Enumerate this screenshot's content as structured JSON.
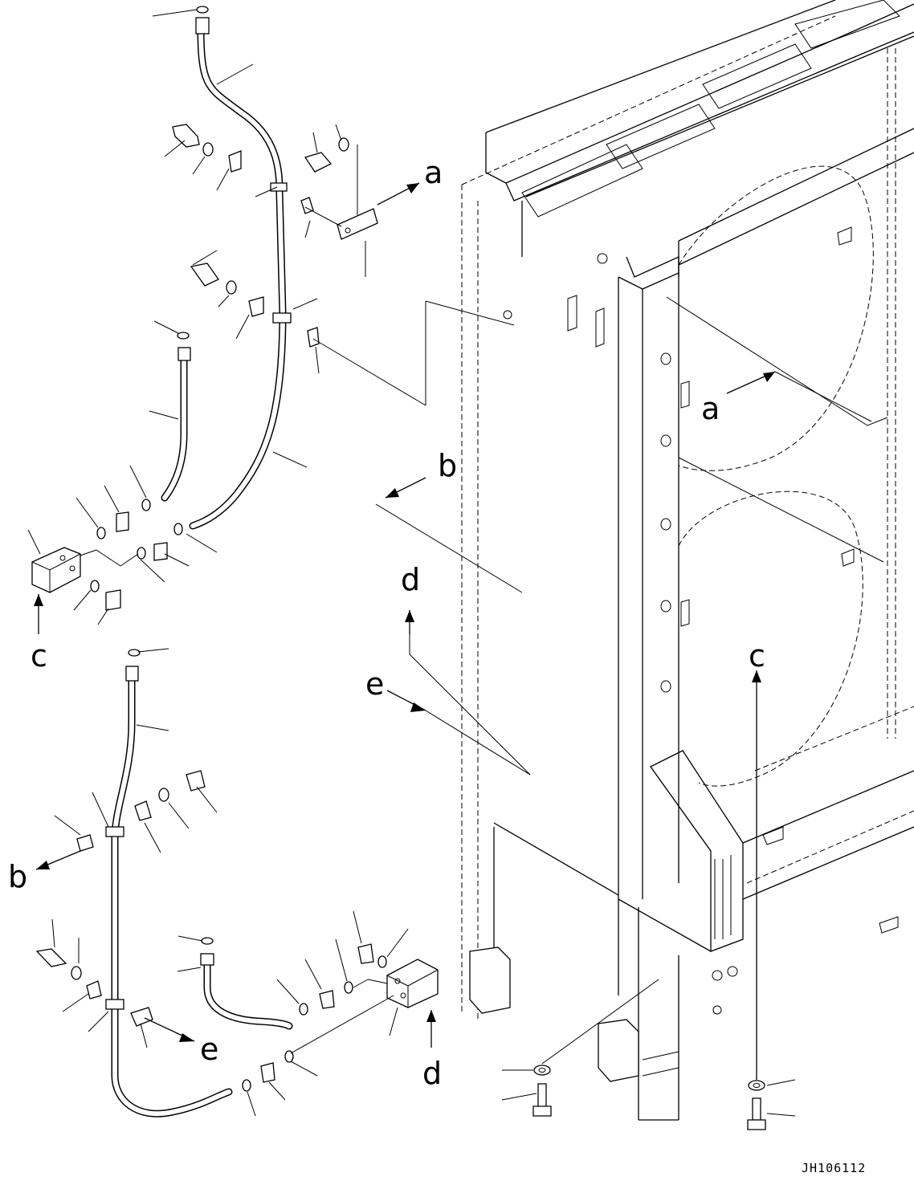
{
  "drawing": {
    "id": "JH106112",
    "callouts": {
      "a_top": "a",
      "a_right": "a",
      "b_right": "b",
      "b_left": "b",
      "c_left": "c",
      "c_right": "c",
      "d_mid": "d",
      "d_bottom": "d",
      "e_mid": "e",
      "e_bottom": "e"
    }
  }
}
